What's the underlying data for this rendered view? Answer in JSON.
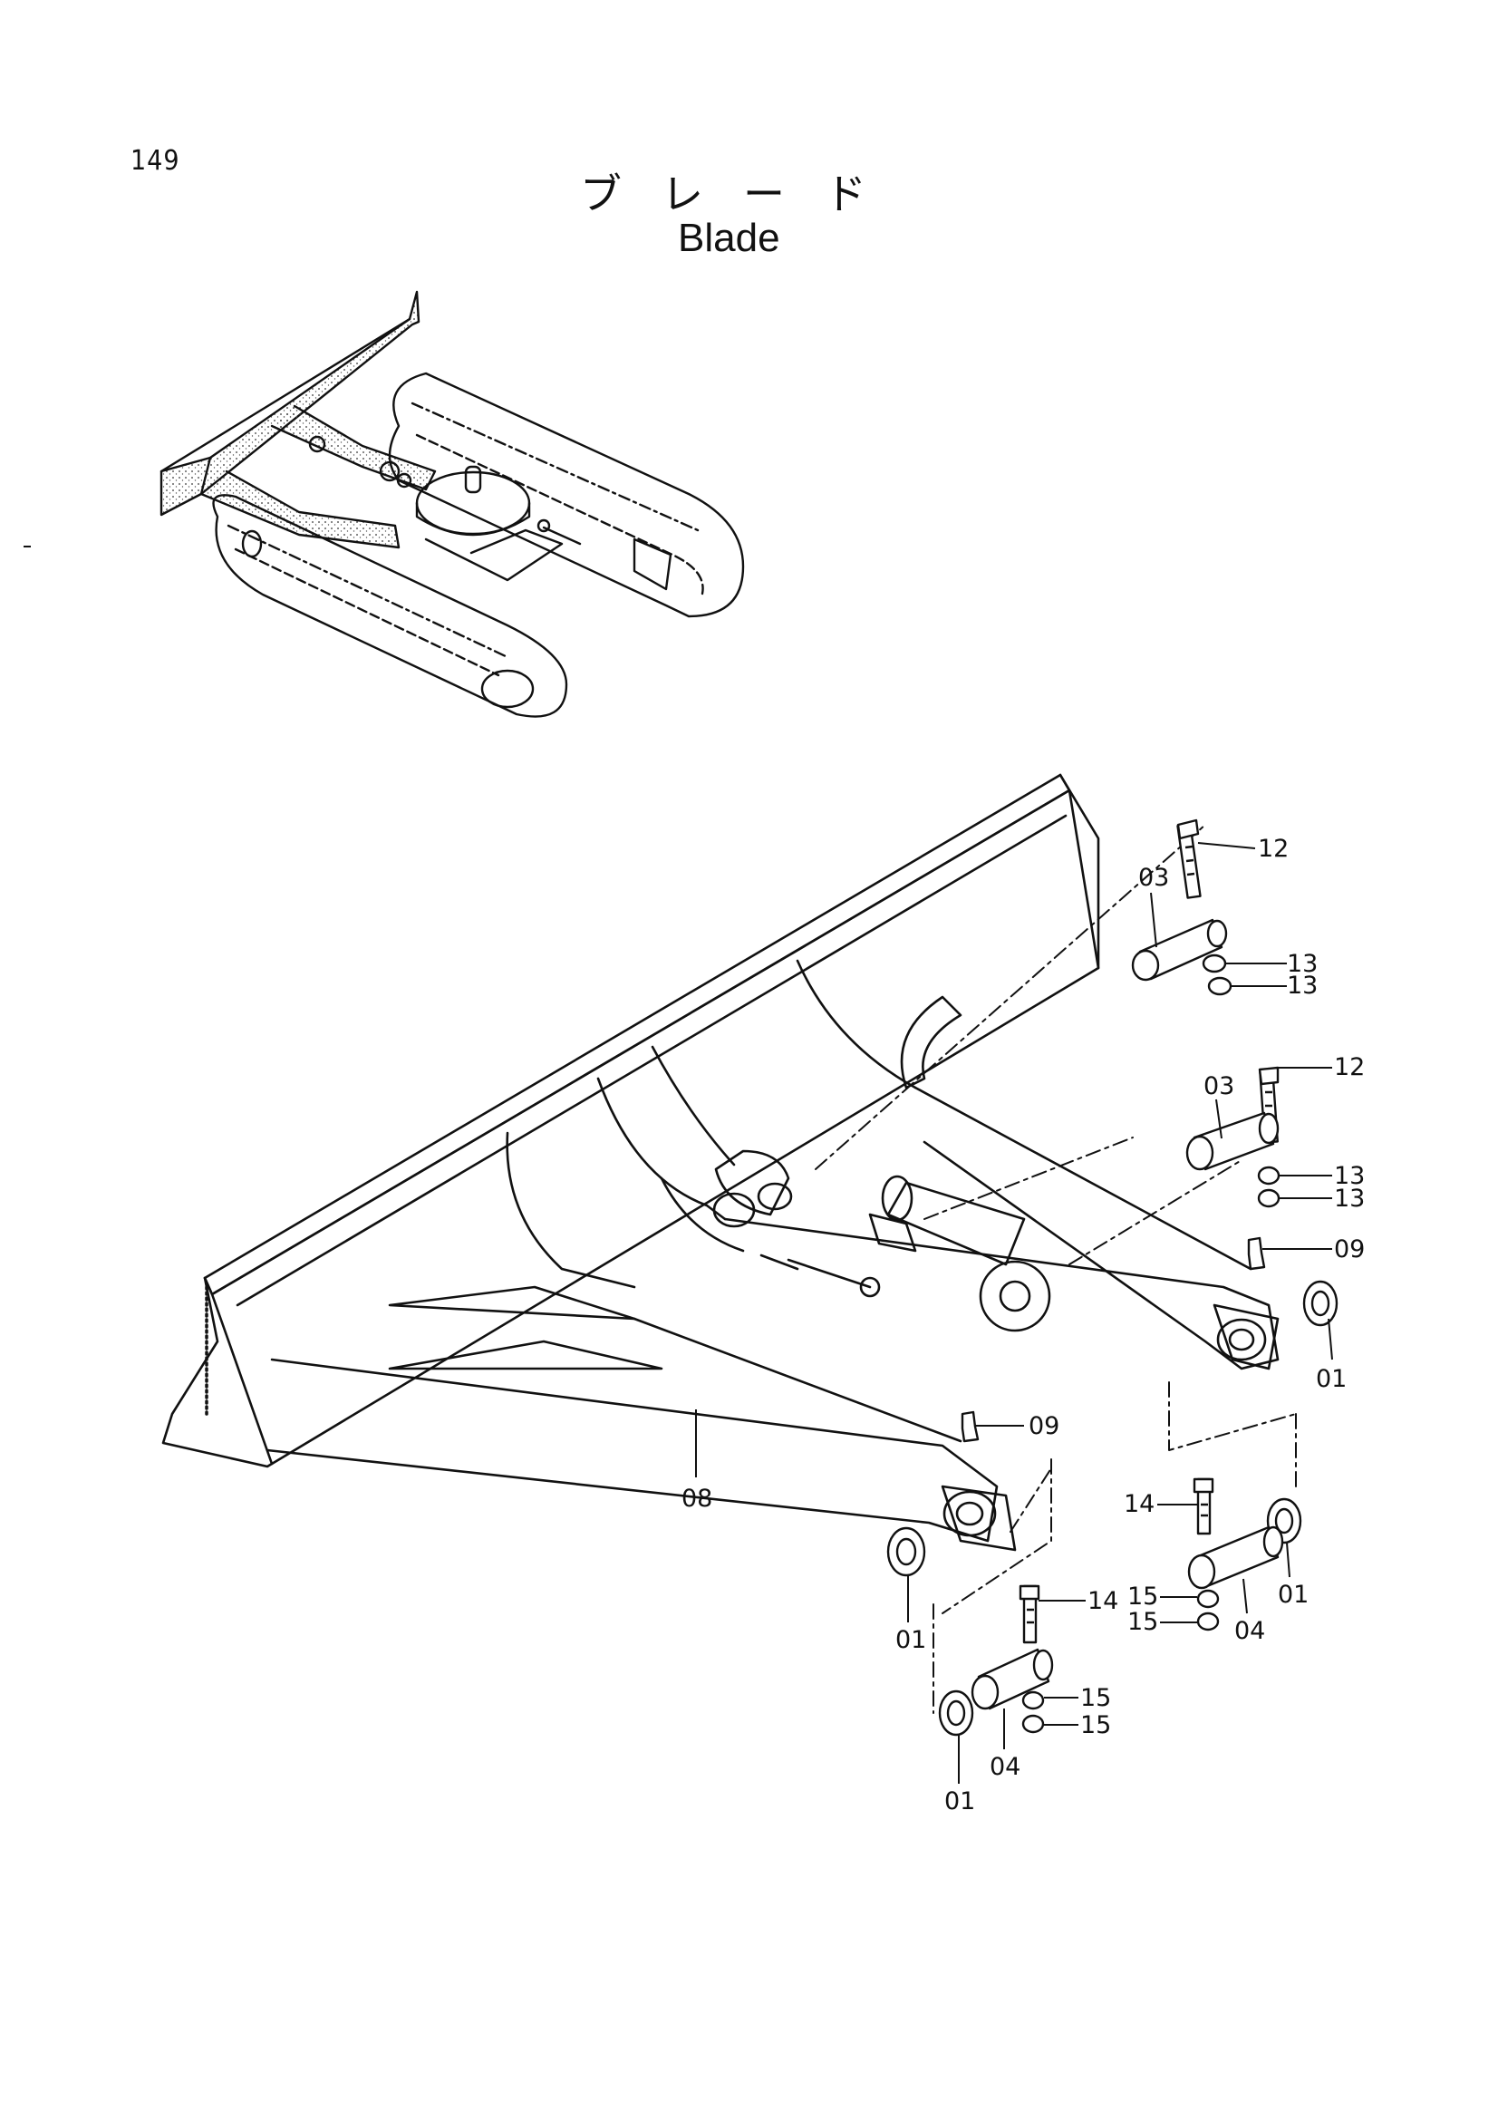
{
  "header": {
    "page_number": "149",
    "title_jp": "ブレード",
    "title_en": "Blade"
  },
  "illustrations": {
    "overview": "excavator-undercarriage-with-blade",
    "detail": "blade-assembly-exploded-view"
  },
  "callouts": {
    "c12a": "12",
    "c03a": "03",
    "c13a": "13",
    "c13b": "13",
    "c12b": "12",
    "c03b": "03",
    "c13c": "13",
    "c13d": "13",
    "c09a": "09",
    "c01a": "01",
    "c09b": "09",
    "c08": "08",
    "c14a": "14",
    "c15a": "15",
    "c15b": "15",
    "c04a": "04",
    "c01b": "01",
    "c01c": "01",
    "c14b": "14",
    "c15c": "15",
    "c15d": "15",
    "c04b": "04",
    "c01d": "01"
  }
}
